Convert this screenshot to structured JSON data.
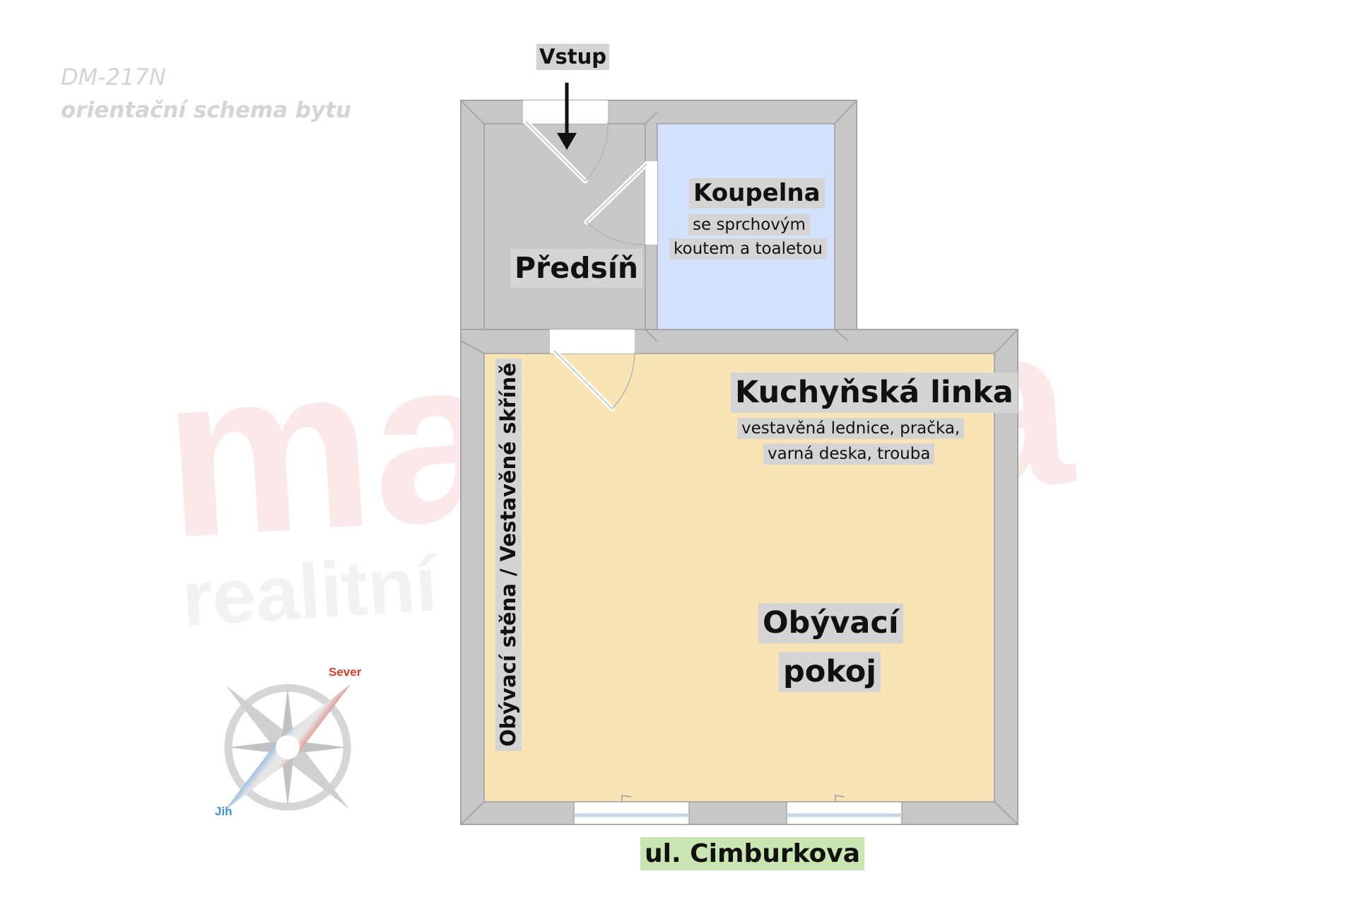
{
  "header": {
    "code": "DM-217N",
    "subtitle": "orientační schema bytu"
  },
  "entrance": {
    "label": "Vstup"
  },
  "rooms": {
    "hallway": {
      "label": "Předsíň"
    },
    "bathroom": {
      "label": "Koupelna",
      "detail_line1": "se sprchovým",
      "detail_line2": "koutem a toaletou"
    },
    "kitchen": {
      "label": "Kuchyňská linka",
      "detail_line1": "vestavěná lednice, pračka,",
      "detail_line2": "varná deska, trouba"
    },
    "living": {
      "label_line1": "Obývací",
      "label_line2": "pokoj",
      "wall_label": "Obývací stěna / Vestavěné skříně"
    }
  },
  "street": {
    "label": "ul. Cimburkova"
  },
  "compass": {
    "north": "Sever",
    "south": "Jih"
  },
  "watermark": {
    "brand": "materna",
    "tagline": "realitní kancelář"
  },
  "colors": {
    "wall": "#c7c7c7",
    "hallway_floor": "#c7c7c7",
    "bathroom_floor": "#d5e2fd",
    "living_floor": "#f9e4b6",
    "street_label_bg": "#c9e6b2",
    "label_bg": "#d4d4d4",
    "north": "#d9402c",
    "south": "#3c8fd8"
  }
}
